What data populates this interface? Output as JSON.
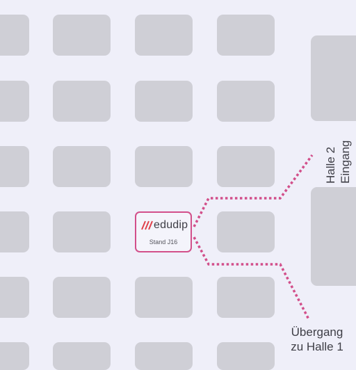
{
  "map": {
    "colors": {
      "background": "#efeff9",
      "booth": "#cfcfd6",
      "route": "#d24f8a",
      "highlight_border": "#d24f8a",
      "logo_accent": "#e0414b"
    }
  },
  "highlighted_booth": {
    "brand": "edudip",
    "logo_icon": "edudip-slash-logo-icon",
    "stand": "Stand J16"
  },
  "labels": {
    "hall2_line1": "Halle 2",
    "hall2_line2": "Eingang",
    "transfer_line1": "Übergang",
    "transfer_line2": "zu Halle 1"
  }
}
